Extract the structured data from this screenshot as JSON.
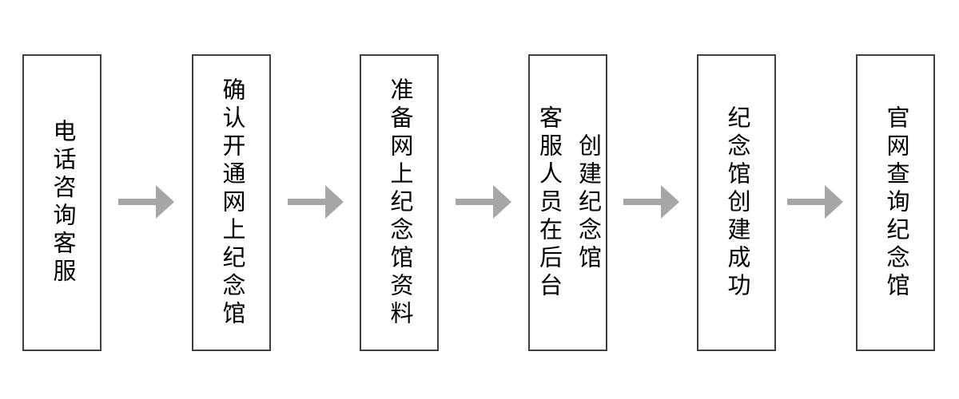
{
  "flowchart": {
    "type": "horizontal-flow",
    "direction": "left-to-right",
    "steps": [
      {
        "label": "电话咨询客服",
        "lines": [
          "电话咨询客服"
        ]
      },
      {
        "label": "确认开通网上纪念馆",
        "lines": [
          "确认开通网上纪念馆"
        ]
      },
      {
        "label": "准备网上纪念馆资料",
        "lines": [
          "准备网上纪念馆资料"
        ]
      },
      {
        "label": "客服人员在后台创建纪念馆",
        "lines": [
          "客服人员在后台",
          "创建纪念馆"
        ]
      },
      {
        "label": "纪念馆创建成功",
        "lines": [
          "纪念馆创建成功"
        ]
      },
      {
        "label": "官网查询纪念馆",
        "lines": [
          "官网查询纪念馆"
        ]
      }
    ],
    "connector": {
      "icon": "right-block-arrow",
      "count": 5
    },
    "colors": {
      "background": "#ffffff",
      "box_fill": "#ffffff",
      "box_border": "#404040",
      "arrow": "#a6a6a6",
      "text": "#000000"
    }
  }
}
